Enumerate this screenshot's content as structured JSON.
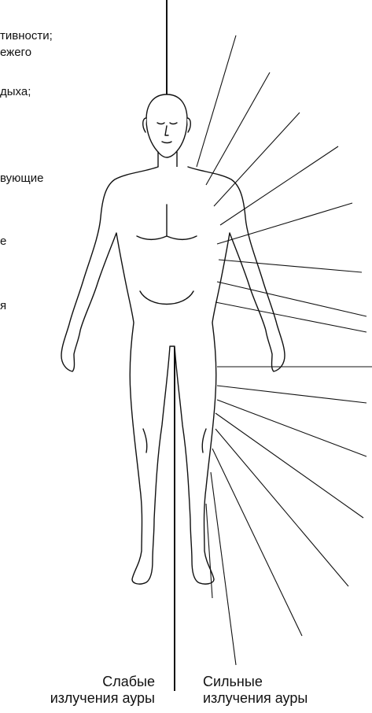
{
  "left_text_fragments": [
    "тивности;",
    "ежего",
    "дыха;",
    "вующие",
    "е",
    "я"
  ],
  "captions": {
    "weak": {
      "line1": "Слабые",
      "line2": "излучения ауры"
    },
    "strong": {
      "line1": "Сильные",
      "line2": "излучения ауры"
    }
  },
  "colors": {
    "line": "#111111",
    "background": "#ffffff"
  }
}
